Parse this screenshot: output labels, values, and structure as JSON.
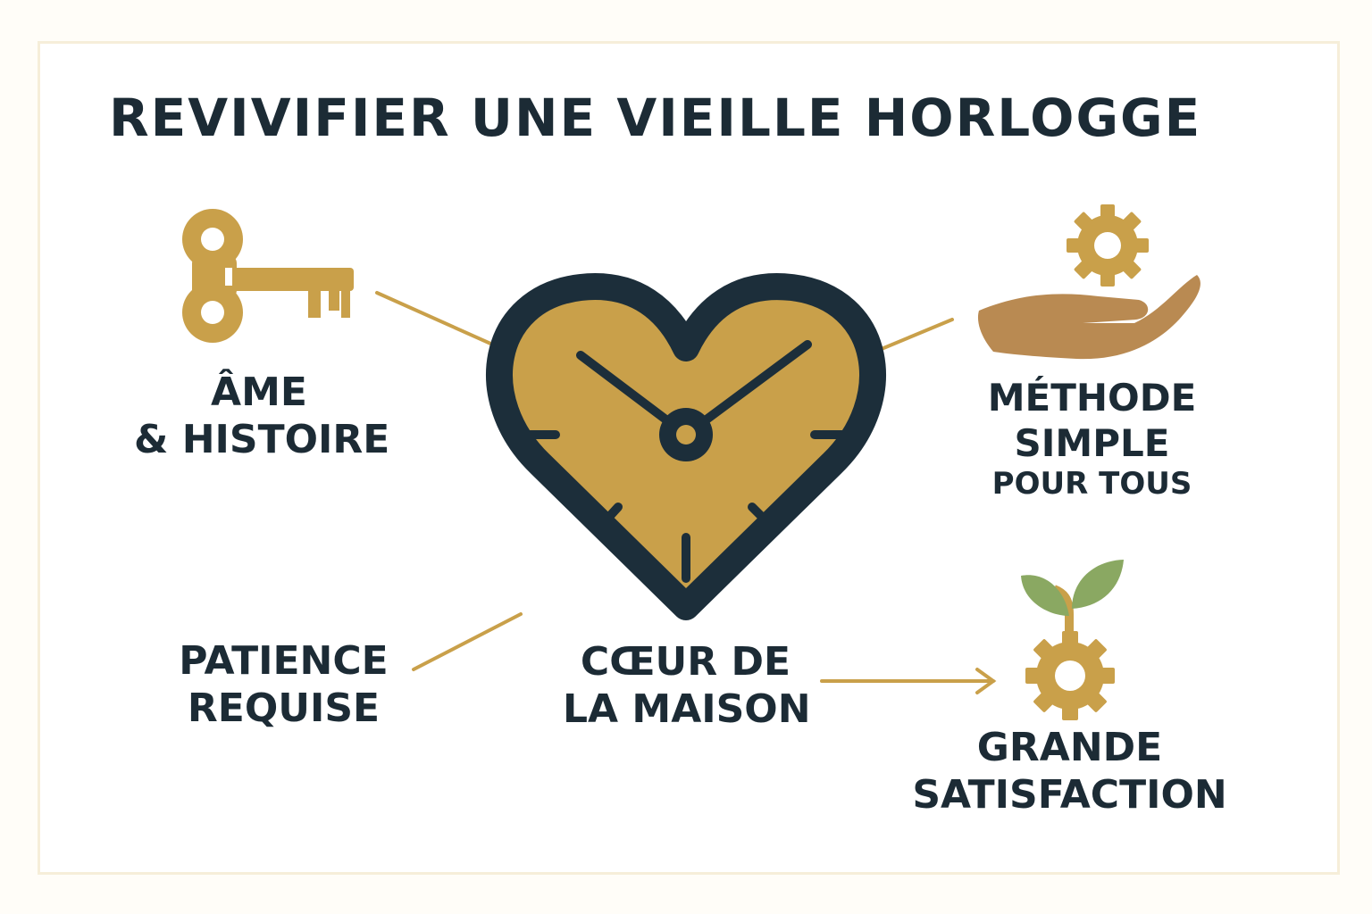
{
  "title": "REVIVIFIER UNE VIEILLE HORLOGGE",
  "labels": {
    "soul": [
      "ÂME",
      "& HISTOIRE"
    ],
    "method": [
      "MÉTHODE",
      "SIMPLE",
      "POUR TOUS"
    ],
    "patience": [
      "PATIENCE",
      "REQUISE"
    ],
    "heart": [
      "CŒUR DE",
      "LA MAISON"
    ],
    "satisfaction": [
      "GRANDE",
      "SATISFACTION"
    ]
  },
  "icons": [
    "key-icon",
    "heart-clock-icon",
    "hand-gear-icon",
    "sprout-gear-icon"
  ],
  "colors": {
    "navy": "#1c2e3a",
    "gold": "#c9a04a",
    "hand": "#b98a52",
    "leaf": "#8aa862",
    "frame": "#f6eed9"
  }
}
